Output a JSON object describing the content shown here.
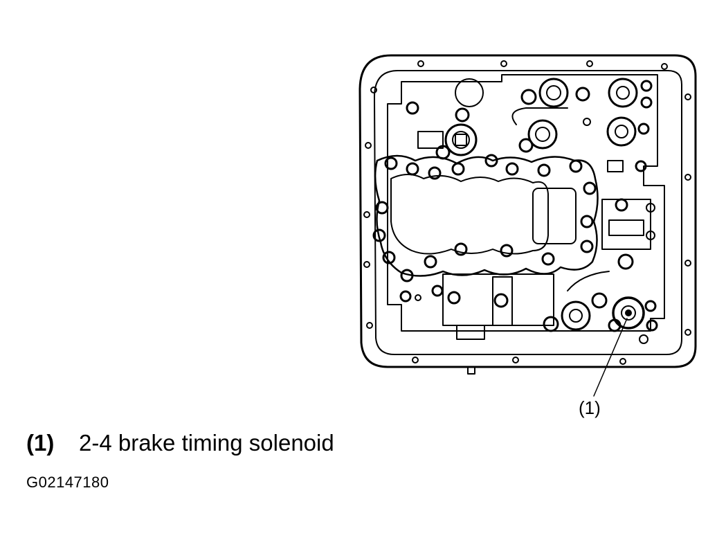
{
  "callout": {
    "label": "(1)"
  },
  "legend": {
    "items": [
      {
        "number": "(1)",
        "text": "2-4 brake timing solenoid"
      }
    ]
  },
  "figure_id": "G02147180",
  "colors": {
    "ink": "#000000",
    "paper": "#ffffff"
  }
}
